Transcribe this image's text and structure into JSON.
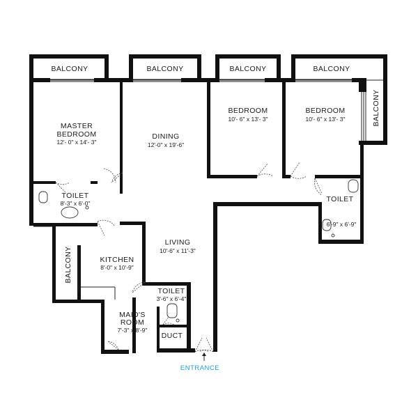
{
  "floorplan": {
    "balconies": [
      {
        "label": "BALCONY"
      },
      {
        "label": "BALCONY"
      },
      {
        "label": "BALCONY"
      },
      {
        "label": "BALCONY"
      },
      {
        "label": "BALCONY"
      },
      {
        "label": "BALCONY"
      }
    ],
    "rooms": {
      "master_bedroom": {
        "line1": "MASTER",
        "line2": "BEDROOM",
        "dim": "12'- 0\" x 14'- 3\""
      },
      "dining": {
        "label": "DINING",
        "dim": "12'-0\" x 19'-6\""
      },
      "bedroom_2": {
        "label": "BEDROOM",
        "dim": "10'- 6\" x 13'- 3\""
      },
      "bedroom_3": {
        "label": "BEDROOM",
        "dim": "10'- 6\" x 13'- 3\""
      },
      "toilet_master": {
        "label": "TOILET",
        "dim": "8'-3\" x 6'-0\""
      },
      "toilet_right": {
        "label": "TOILET",
        "dim": "6'-9\" x 6'-9\""
      },
      "living": {
        "label": "LIVING",
        "dim": "10'-6\" x 11'-3\""
      },
      "kitchen": {
        "label": "KITCHEN",
        "dim": "8'-0\" x 10'-9\""
      },
      "toilet_maid": {
        "label": "TOILET",
        "dim": "3'-6\" x 6'-4\""
      },
      "maids_room": {
        "line1": "MAID'S",
        "line2": "ROOM",
        "dim": "7'-3\" x 8'-9\""
      },
      "duct": {
        "label": "DUCT"
      }
    },
    "entrance": {
      "label": "ENTRANCE",
      "color": "#1a9fd8"
    },
    "colors": {
      "wall": "#111111",
      "background": "#ffffff"
    }
  }
}
